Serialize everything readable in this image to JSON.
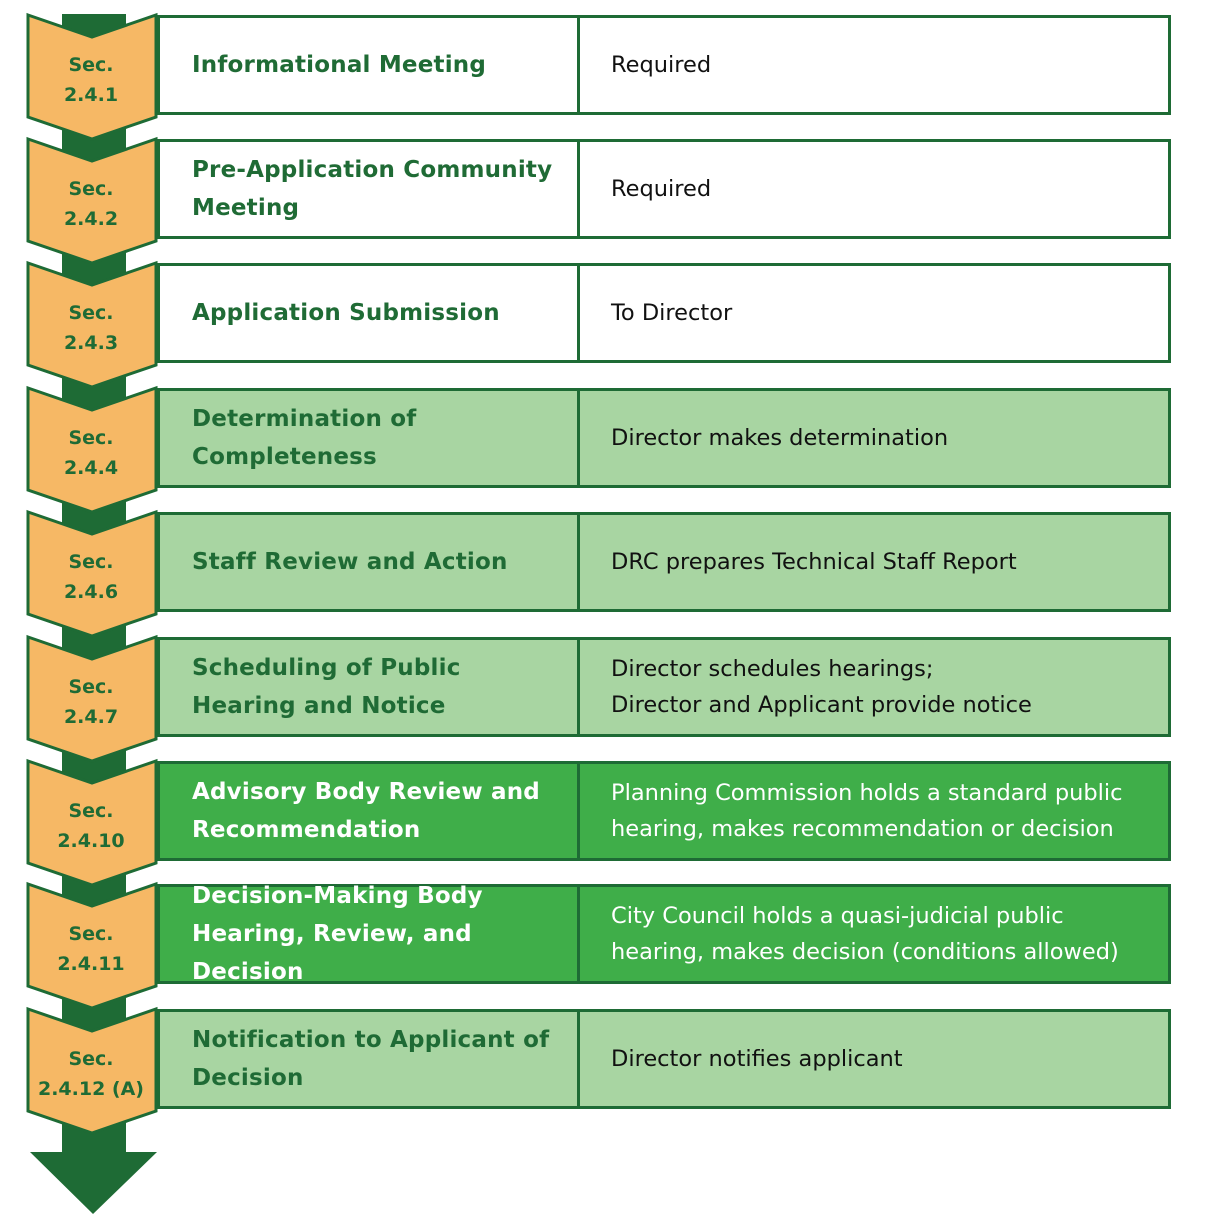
{
  "colors": {
    "border": "#1e6b35",
    "arrow_dark": "#1e6b35",
    "badge_fill": "#f6b865",
    "text_green": "#1f6b35",
    "fill_white": "#ffffff",
    "fill_light": "#a8d5a2",
    "fill_dark": "#3fae49"
  },
  "steps": [
    {
      "section": "Sec.",
      "number": "2.4.1",
      "title": "Informational Meeting",
      "description": "Required",
      "tone": "white"
    },
    {
      "section": "Sec.",
      "number": "2.4.2",
      "title": "Pre-Application Community Meeting",
      "description": "Required",
      "tone": "white"
    },
    {
      "section": "Sec.",
      "number": "2.4.3",
      "title": "Application Submission",
      "description": "To Director",
      "tone": "white"
    },
    {
      "section": "Sec.",
      "number": "2.4.4",
      "title": "Determination of Completeness",
      "description": "Director makes determination",
      "tone": "light"
    },
    {
      "section": "Sec.",
      "number": "2.4.6",
      "title": "Staff Review and Action",
      "description": "DRC prepares Technical Staff Report",
      "tone": "light"
    },
    {
      "section": "Sec.",
      "number": "2.4.7",
      "title": "Scheduling of Public Hearing and Notice",
      "description": "Director schedules hearings;\nDirector and Applicant provide notice",
      "tone": "light"
    },
    {
      "section": "Sec.",
      "number": "2.4.10",
      "title": "Advisory Body Review and Recommendation",
      "description": "Planning Commission holds a standard public hearing, makes recommendation or decision",
      "tone": "dark"
    },
    {
      "section": "Sec.",
      "number": "2.4.11",
      "title": "Decision-Making Body Hearing, Review, and Decision",
      "description": "City Council holds a quasi-judicial public hearing, makes decision (conditions allowed)",
      "tone": "dark"
    },
    {
      "section": "Sec.",
      "number": "2.4.12 (A)",
      "title": "Notification to Applicant of Decision",
      "description": "Director notifies applicant",
      "tone": "light"
    }
  ]
}
